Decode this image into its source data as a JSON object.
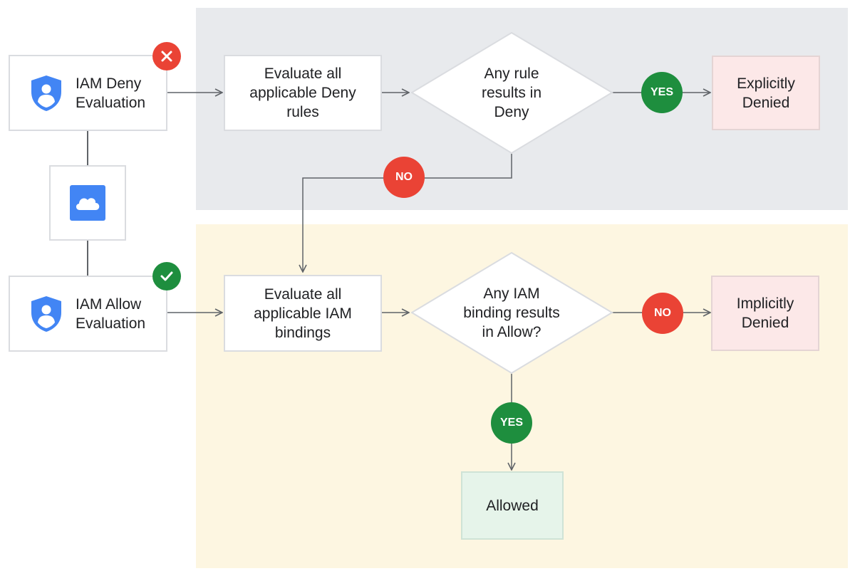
{
  "source_nodes": {
    "deny": {
      "line1": "IAM Deny",
      "line2": "Evaluation",
      "icon": "shield-person-icon",
      "status_icon": "close-icon"
    },
    "allow": {
      "line1": "IAM Allow",
      "line2": "Evaluation",
      "icon": "shield-person-icon",
      "status_icon": "check-icon"
    },
    "cloud_icon": "cloud-icon"
  },
  "deny_flow": {
    "process": [
      "Evaluate all",
      "applicable Deny",
      "rules"
    ],
    "decision": [
      "Any rule",
      "results in",
      "Deny"
    ],
    "yes_label": "YES",
    "no_label": "NO",
    "outcome": [
      "Explicitly",
      "Denied"
    ]
  },
  "allow_flow": {
    "process": [
      "Evaluate all",
      "applicable IAM",
      "bindings"
    ],
    "decision": [
      "Any IAM",
      "binding results",
      "in Allow?"
    ],
    "no_label": "NO",
    "yes_label": "YES",
    "outcome_denied": [
      "Implicitly",
      "Denied"
    ],
    "outcome_allowed": "Allowed"
  },
  "colors": {
    "deny_lane": "#e8eaed",
    "allow_lane": "#fdf6e1",
    "yes_badge": "#1e8e3e",
    "no_badge": "#ea4335",
    "shield_icon": "#4285f4",
    "denied_fill": "#fce8e8",
    "allowed_fill": "#e6f4ea"
  }
}
